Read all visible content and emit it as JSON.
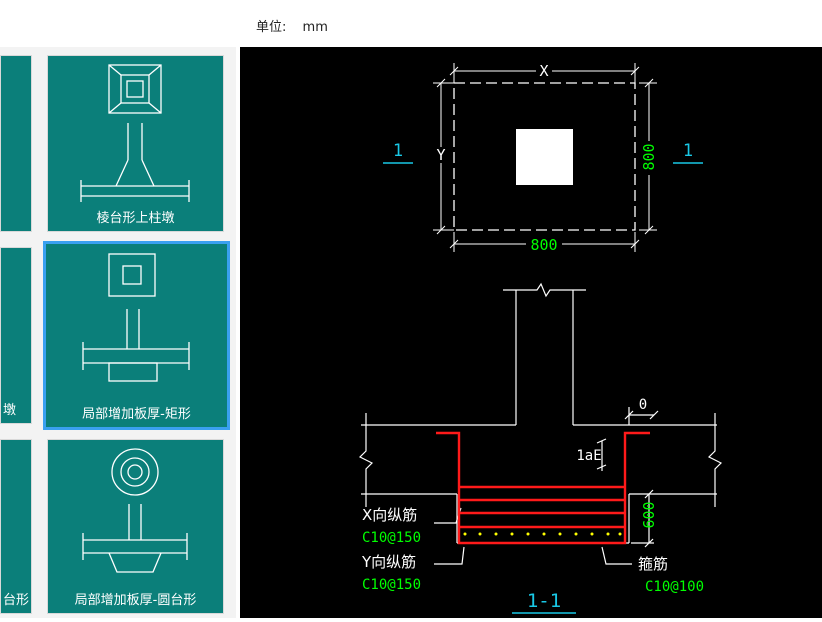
{
  "unit": {
    "label": "单位:",
    "value": "mm"
  },
  "tiles": [
    {
      "label": "",
      "selected": false
    },
    {
      "label": "棱台形上柱墩",
      "selected": false
    },
    {
      "label": "墩",
      "selected": false
    },
    {
      "label": "局部增加板厚-矩形",
      "selected": true
    },
    {
      "label": "台形",
      "selected": false
    },
    {
      "label": "局部增加板厚-圆台形",
      "selected": false
    }
  ],
  "drawing": {
    "plan": {
      "x_label": "X",
      "y_label": "Y",
      "width_dim": "800",
      "height_dim": "800",
      "section_left": "1",
      "section_right": "1"
    },
    "section": {
      "top_dim": "0",
      "anchor_label": "1aE",
      "thickness_dim": "600",
      "x_bar_label": "X向纵筋",
      "x_bar_spec": "C10@150",
      "y_bar_label": "Y向纵筋",
      "y_bar_spec": "C10@150",
      "stirrup_label": "箍筋",
      "stirrup_spec": "C10@100",
      "title": "1-1"
    }
  }
}
